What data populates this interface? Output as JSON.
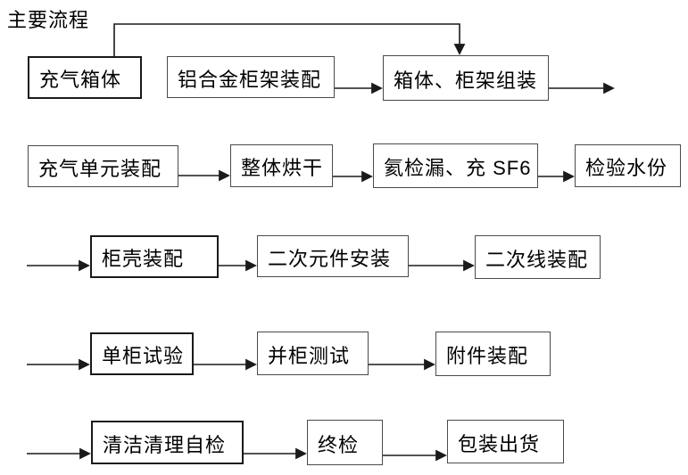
{
  "title": "主要流程",
  "colors": {
    "background": "#ffffff",
    "box_fill": "#ffffff",
    "box_border": "#4a4a4a",
    "box_border_emphasis": "#1a1a1a",
    "connector_line": "#1a1a1a",
    "text": "#000000"
  },
  "nodes": [
    {
      "label": "充气箱体",
      "emphasized": true
    },
    {
      "label": "铝合金柜架装配",
      "emphasized": false
    },
    {
      "label": "箱体、柜架组装",
      "emphasized": false
    },
    {
      "label": "充气单元装配",
      "emphasized": false
    },
    {
      "label": "整体烘干",
      "emphasized": false
    },
    {
      "label": "氦检漏、充 SF6",
      "emphasized": false
    },
    {
      "label": "检验水份",
      "emphasized": false
    },
    {
      "label": "柜壳装配",
      "emphasized": true
    },
    {
      "label": "二次元件安装",
      "emphasized": false
    },
    {
      "label": "二次线装配",
      "emphasized": false
    },
    {
      "label": "单柜试验",
      "emphasized": true
    },
    {
      "label": "并柜测试",
      "emphasized": false
    },
    {
      "label": "附件装配",
      "emphasized": false
    },
    {
      "label": "清洁清理自检",
      "emphasized": true
    },
    {
      "label": "终检",
      "emphasized": false
    },
    {
      "label": "包装出货",
      "emphasized": false
    }
  ],
  "edges": [
    {
      "from": "充气箱体",
      "to": "箱体、柜架组装",
      "route": "over-the-top"
    },
    {
      "from": "铝合金柜架装配",
      "to": "箱体、柜架组装",
      "route": "direct"
    },
    {
      "from": "充气单元装配",
      "to": "整体烘干",
      "route": "direct"
    },
    {
      "from": "整体烘干",
      "to": "氦检漏、充 SF6",
      "route": "direct"
    },
    {
      "from": "氦检漏、充 SF6",
      "to": "检验水份",
      "route": "direct"
    },
    {
      "from": "柜壳装配",
      "to": "二次元件安装",
      "route": "direct"
    },
    {
      "from": "二次元件安装",
      "to": "二次线装配",
      "route": "direct"
    },
    {
      "from": "单柜试验",
      "to": "并柜测试",
      "route": "direct"
    },
    {
      "from": "并柜测试",
      "to": "附件装配",
      "route": "direct"
    },
    {
      "from": "清洁清理自检",
      "to": "终检",
      "route": "direct"
    },
    {
      "from": "终检",
      "to": "包装出货",
      "route": "direct"
    }
  ],
  "continuation_arrows": {
    "exit_right_of": [
      "箱体、柜架组装"
    ],
    "entry_left_into": [
      "柜壳装配",
      "单柜试验",
      "清洁清理自检"
    ]
  },
  "diagram_type": "flowchart"
}
